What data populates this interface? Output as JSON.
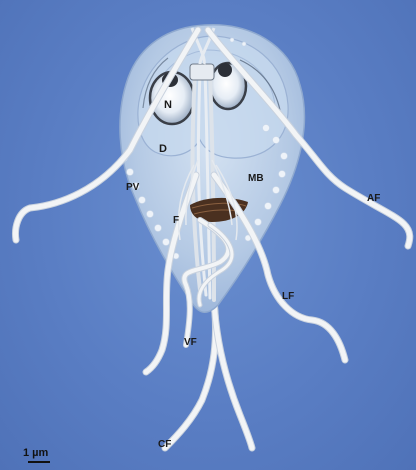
{
  "labels": {
    "N": "N",
    "D": "D",
    "PV": "PV",
    "MB": "MB",
    "F": "F",
    "AF": "AF",
    "LF": "LF",
    "VF": "VF",
    "CF": "CF"
  },
  "scale_bar": "1 µm",
  "colors": {
    "background": "#5a7ec4",
    "cell_body": "#b8cde6",
    "flagella": "#f2f4f6",
    "median_body": "#4a3020"
  }
}
